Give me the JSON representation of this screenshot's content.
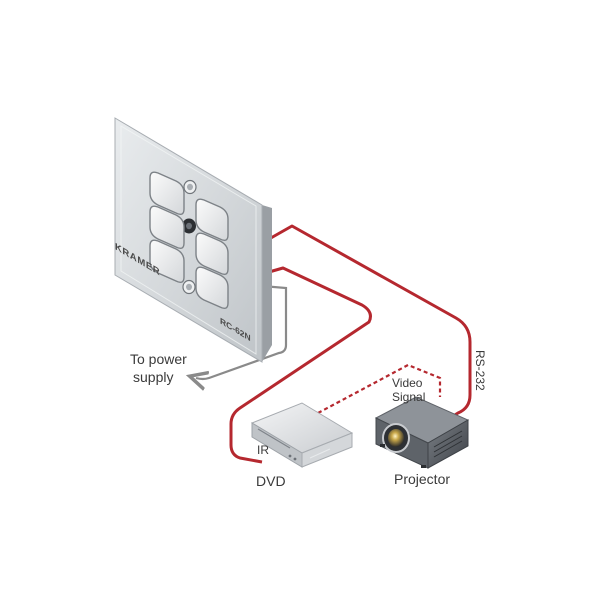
{
  "panel": {
    "brand": "KRAMER",
    "model": "RC-62N"
  },
  "labels": {
    "power": [
      "To power",
      "supply"
    ],
    "rs232": "RS-232",
    "video_signal": [
      "Video",
      "Signal"
    ],
    "ir": "IR",
    "dvd": "DVD",
    "projector": "Projector"
  },
  "colors": {
    "cable_red": "#b5282f",
    "cable_gray": "#8a8a8a",
    "panel_face": "#d9dde0",
    "device_body": "#e6e8ea"
  }
}
